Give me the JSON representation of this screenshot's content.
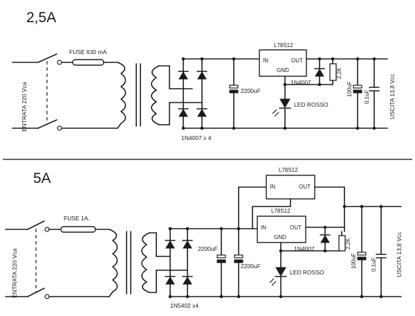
{
  "top": {
    "title": "2,5A",
    "input_label": "ENTRATA 220 Vca",
    "fuse_label": "FUSE 630 mA",
    "diode_bridge_label": "1N4007 x 4",
    "filter_cap_label": "2200uF",
    "regulator": {
      "name": "L78S12",
      "pin_in": "IN",
      "pin_out": "OUT",
      "pin_gnd": "GND"
    },
    "protection_diode_label": "1N4007",
    "resistor_label": "2,2K",
    "led_label": "LED ROSSO",
    "cap_100_label": "100uF",
    "cap_01_label": "0,1uF",
    "output_label": "USCITA 13,8 Vcc"
  },
  "bottom": {
    "title": "5A",
    "input_label": "ENTRATA 220 Vca",
    "fuse_label": "FUSE 1A.",
    "diode_bridge_label": "1N5402 x4",
    "filter_cap1_label": "2200uF",
    "filter_cap2_label": "2200uF",
    "regulator1": {
      "name": "L78S12",
      "pin_in": "IN",
      "pin_out": "OUT"
    },
    "regulator2": {
      "name": "L78S12",
      "pin_in": "IN",
      "pin_out": "OUT",
      "pin_gnd": "GND"
    },
    "protection_diode_label": "1N4007",
    "resistor_label": "2,2K",
    "led_label": "LED ROSSO",
    "cap_100_label": "100uF",
    "cap_01_label": "0,1uF",
    "output_label": "USCITA 13,8 Vcc"
  }
}
